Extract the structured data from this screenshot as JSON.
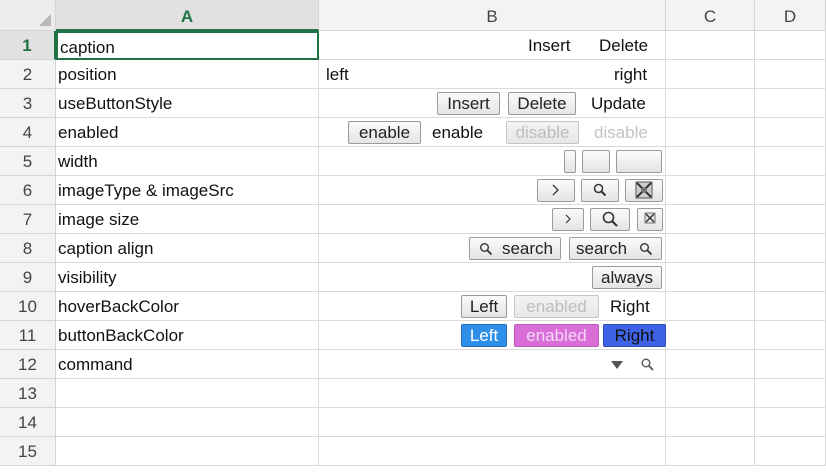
{
  "columns": [
    "A",
    "B",
    "C",
    "D"
  ],
  "rows": [
    {
      "num": "1",
      "label": "caption"
    },
    {
      "num": "2",
      "label": "position"
    },
    {
      "num": "3",
      "label": "useButtonStyle"
    },
    {
      "num": "4",
      "label": "enabled"
    },
    {
      "num": "5",
      "label": "width"
    },
    {
      "num": "6",
      "label": "imageType & imageSrc"
    },
    {
      "num": "7",
      "label": "image size"
    },
    {
      "num": "8",
      "label": "caption align"
    },
    {
      "num": "9",
      "label": "visibility"
    },
    {
      "num": "10",
      "label": "hoverBackColor"
    },
    {
      "num": "11",
      "label": "buttonBackColor"
    },
    {
      "num": "12",
      "label": "command"
    },
    {
      "num": "13",
      "label": ""
    },
    {
      "num": "14",
      "label": ""
    },
    {
      "num": "15",
      "label": ""
    }
  ],
  "active_cell": "A1",
  "cells": {
    "r1": {
      "insert": "Insert",
      "delete": "Delete"
    },
    "r2": {
      "left": "left",
      "right": "right"
    },
    "r3": {
      "insert": "Insert",
      "delete": "Delete",
      "update": "Update"
    },
    "r4": {
      "enable_btn": "enable",
      "enable_text": "enable",
      "disable_btn": "disable",
      "disable_text": "disable"
    },
    "r8": {
      "search_left": "search",
      "search_right": "search"
    },
    "r9": {
      "always": "always"
    },
    "r10": {
      "left": "Left",
      "enabled": "enabled",
      "right": "Right"
    },
    "r11": {
      "left": "Left",
      "enabled": "enabled",
      "right": "Right"
    }
  },
  "icons": {
    "r6": [
      "chevron-right-icon",
      "search-icon",
      "broken-image-icon"
    ],
    "r7": [
      "chevron-right-icon",
      "search-icon",
      "broken-image-icon"
    ],
    "r12": [
      "dropdown-triangle-icon",
      "search-icon"
    ]
  },
  "colors": {
    "selected_accent": "#217346",
    "blue_button": "#2f8ee8",
    "pink_button": "#d96ed8",
    "royal_button": "#3f63e6"
  }
}
